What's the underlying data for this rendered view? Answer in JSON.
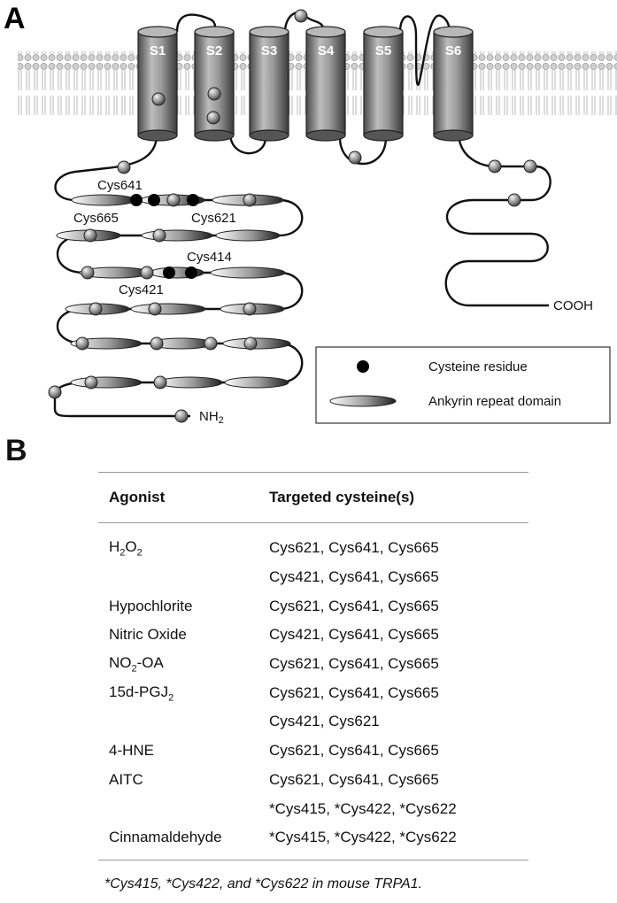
{
  "panel_a": {
    "letter": "A",
    "segments": [
      "S1",
      "S2",
      "S3",
      "S4",
      "S5",
      "S6"
    ],
    "cysteine_labels": [
      "Cys641",
      "Cys665",
      "Cys621",
      "Cys414",
      "Cys421"
    ],
    "terminals": {
      "n": "NH",
      "n_sub": "2",
      "c": "COOH"
    },
    "legend": {
      "cysteine": "Cysteine residue",
      "ankyrin": "Ankyrin repeat domain"
    }
  },
  "panel_b": {
    "letter": "B",
    "header": {
      "agonist": "Agonist",
      "targets": "Targeted cysteine(s)"
    },
    "rows": [
      {
        "agonist": "H2O2",
        "targets": "Cys621, Cys641, Cys665"
      },
      {
        "agonist": "",
        "targets": "Cys421, Cys641, Cys665"
      },
      {
        "agonist": "Hypochlorite",
        "targets": "Cys621, Cys641, Cys665"
      },
      {
        "agonist": "Nitric Oxide",
        "targets": "Cys421, Cys641, Cys665"
      },
      {
        "agonist": "NO2-OA",
        "targets": "Cys621, Cys641, Cys665"
      },
      {
        "agonist": "15d-PGJ2",
        "targets": "Cys621, Cys641, Cys665"
      },
      {
        "agonist": "",
        "targets": "Cys421, Cys621"
      },
      {
        "agonist": "4-HNE",
        "targets": "Cys621, Cys641, Cys665"
      },
      {
        "agonist": "AITC",
        "targets": "Cys621, Cys641, Cys665"
      },
      {
        "agonist": "",
        "targets": "*Cys415, *Cys422, *Cys622"
      },
      {
        "agonist": "Cinnamaldehyde",
        "targets": "*Cys415, *Cys422, *Cys622"
      }
    ],
    "footnote": "*Cys415, *Cys422, and *Cys622 in mouse TRPA1."
  }
}
